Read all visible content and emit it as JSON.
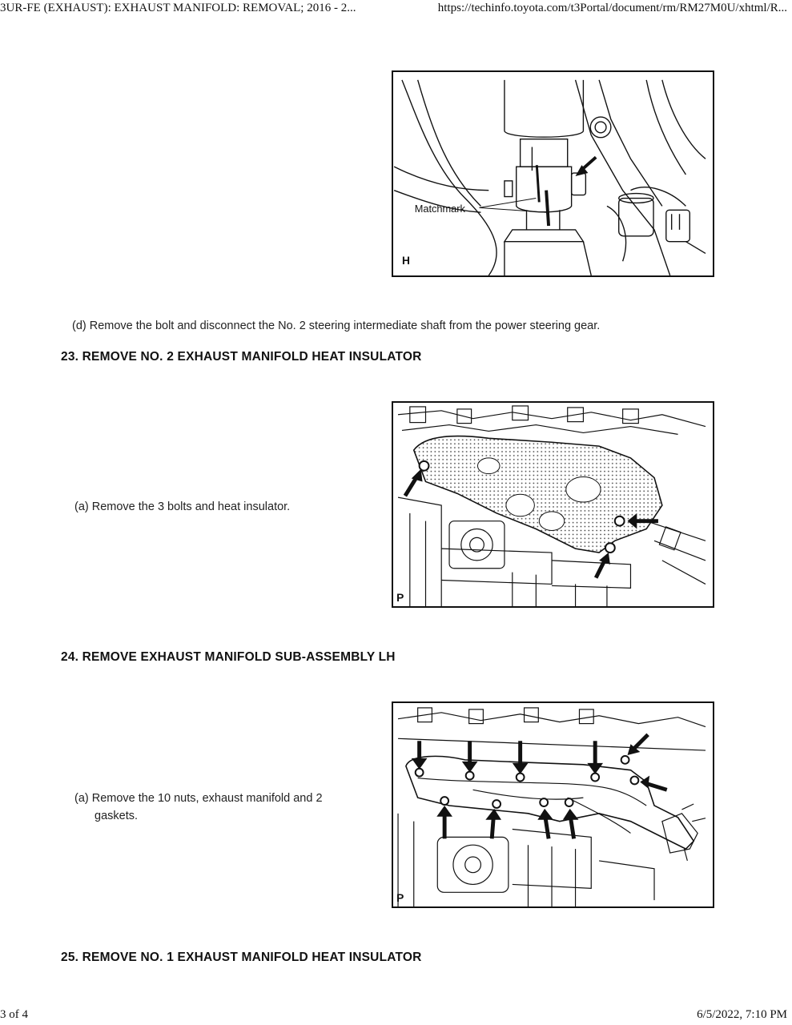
{
  "header": {
    "title": "3UR-FE (EXHAUST): EXHAUST MANIFOLD: REMOVAL; 2016 - 2...",
    "url": "https://techinfo.toyota.com/t3Portal/document/rm/RM27M0U/xhtml/R..."
  },
  "figures": {
    "fig1": {
      "label": "Matchmark",
      "corner": "H"
    },
    "fig2": {
      "corner": "P"
    },
    "fig3": {
      "corner": "P"
    }
  },
  "steps": {
    "d": "(d) Remove the bolt and disconnect the No. 2 steering intermediate shaft from the power steering gear.",
    "s23": {
      "heading": "23. REMOVE NO. 2 EXHAUST MANIFOLD HEAT INSULATOR",
      "a": "(a) Remove the 3 bolts and heat insulator."
    },
    "s24": {
      "heading": "24. REMOVE EXHAUST MANIFOLD SUB-ASSEMBLY LH",
      "a_line1": "(a) Remove the 10 nuts, exhaust manifold and 2",
      "a_line2": "gaskets."
    },
    "s25": {
      "heading": "25. REMOVE NO. 1 EXHAUST MANIFOLD HEAT INSULATOR"
    }
  },
  "footer": {
    "page": "3 of 4",
    "datetime": "6/5/2022, 7:10 PM"
  }
}
